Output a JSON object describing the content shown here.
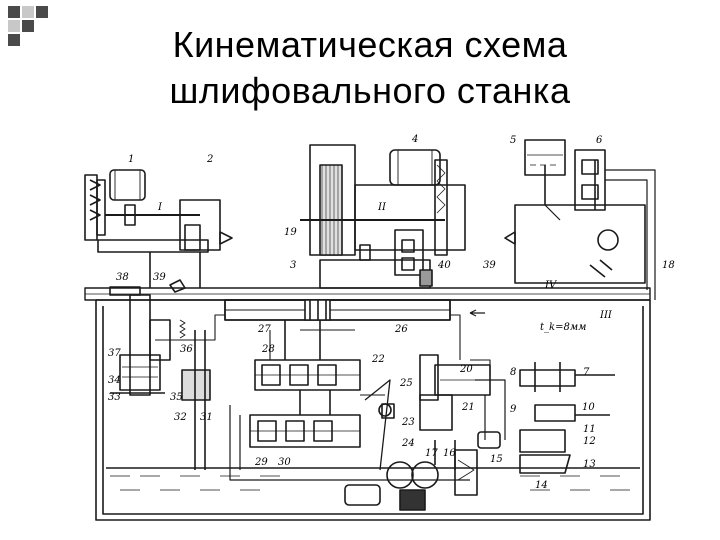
{
  "slide": {
    "title_line1": "Кинематическая схема",
    "title_line2": "шлифовального станка"
  },
  "diagram": {
    "labels": [
      "1",
      "2",
      "3",
      "4",
      "5",
      "6",
      "7",
      "8",
      "9",
      "10",
      "11",
      "12",
      "13",
      "14",
      "15",
      "16",
      "17",
      "18",
      "19",
      "20",
      "21",
      "22",
      "23",
      "24",
      "25",
      "26",
      "27",
      "28",
      "29",
      "30",
      "31",
      "32",
      "33",
      "34",
      "35",
      "36",
      "37",
      "38",
      "39",
      "40",
      "I",
      "II",
      "III",
      "IV",
      "39",
      "t_k=8мм"
    ],
    "colors": {
      "ink": "#1a1a1a",
      "hatch": "#555555",
      "bullet_dark": "#4a4a4a",
      "bullet_light": "#c8c8c8"
    }
  }
}
